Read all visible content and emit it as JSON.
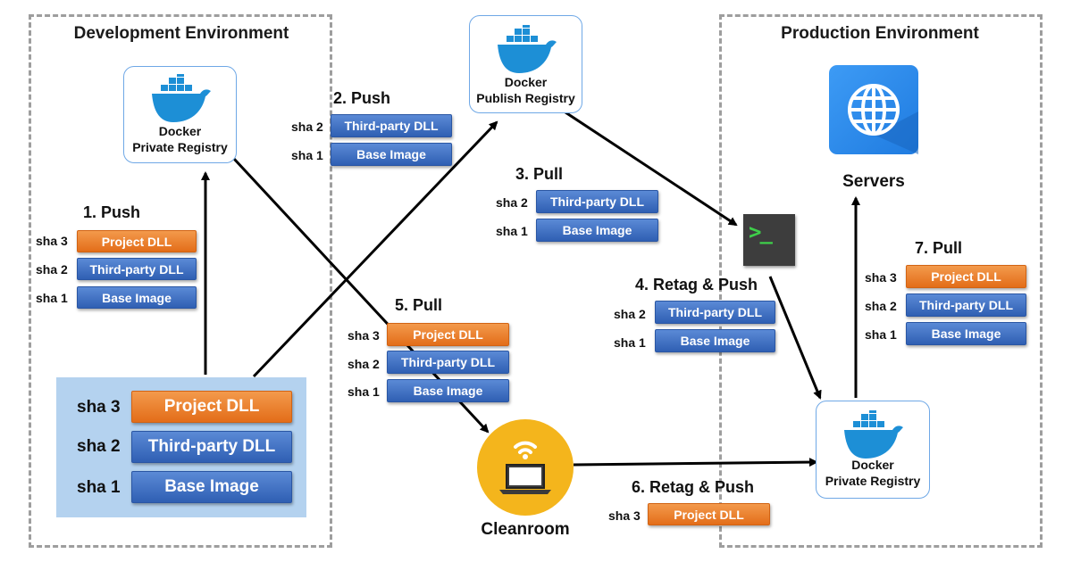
{
  "dev_env": {
    "title": "Development Environment"
  },
  "prod_env": {
    "title": "Production Environment"
  },
  "dev_registry": {
    "line1": "Docker",
    "line2": "Private Registry"
  },
  "publish_registry": {
    "line1": "Docker",
    "line2": "Publish Registry"
  },
  "prod_registry": {
    "line1": "Docker",
    "line2": "Private Registry"
  },
  "servers": {
    "label": "Servers"
  },
  "cleanroom": {
    "label": "Cleanroom"
  },
  "local_stack": {
    "layers": [
      {
        "sha": "sha 3",
        "name": "Project DLL"
      },
      {
        "sha": "sha 2",
        "name": "Third-party DLL"
      },
      {
        "sha": "sha 1",
        "name": "Base Image"
      }
    ]
  },
  "steps": {
    "push1": {
      "title": "1. Push",
      "layers": [
        {
          "sha": "sha 3",
          "name": "Project DLL"
        },
        {
          "sha": "sha 2",
          "name": "Third-party DLL"
        },
        {
          "sha": "sha 1",
          "name": "Base Image"
        }
      ]
    },
    "push2": {
      "title": "2. Push",
      "layers": [
        {
          "sha": "sha 2",
          "name": "Third-party DLL"
        },
        {
          "sha": "sha 1",
          "name": "Base Image"
        }
      ]
    },
    "pull3": {
      "title": "3. Pull",
      "layers": [
        {
          "sha": "sha 2",
          "name": "Third-party DLL"
        },
        {
          "sha": "sha 1",
          "name": "Base Image"
        }
      ]
    },
    "retag4": {
      "title": "4. Retag & Push",
      "layers": [
        {
          "sha": "sha 2",
          "name": "Third-party DLL"
        },
        {
          "sha": "sha 1",
          "name": "Base Image"
        }
      ]
    },
    "pull5": {
      "title": "5. Pull",
      "layers": [
        {
          "sha": "sha 3",
          "name": "Project DLL"
        },
        {
          "sha": "sha 2",
          "name": "Third-party DLL"
        },
        {
          "sha": "sha 1",
          "name": "Base Image"
        }
      ]
    },
    "retag6": {
      "title": "6. Retag & Push",
      "layers": [
        {
          "sha": "sha 3",
          "name": "Project DLL"
        }
      ]
    },
    "pull7": {
      "title": "7. Pull",
      "layers": [
        {
          "sha": "sha 3",
          "name": "Project DLL"
        },
        {
          "sha": "sha 2",
          "name": "Third-party DLL"
        },
        {
          "sha": "sha 1",
          "name": "Base Image"
        }
      ]
    }
  },
  "terminal": {
    "prompt": ">_"
  },
  "colors": {
    "blue_layer": "#3b6cc2",
    "orange_layer": "#ea7a26",
    "local_stack_bg": "#b4d2ef",
    "docker_blue": "#1d8fd6",
    "server_blue": "#2e8cf0",
    "cleanroom_yellow": "#f4b51c",
    "terminal_bg": "#3d3d3d",
    "terminal_green": "#3ecf4a"
  }
}
